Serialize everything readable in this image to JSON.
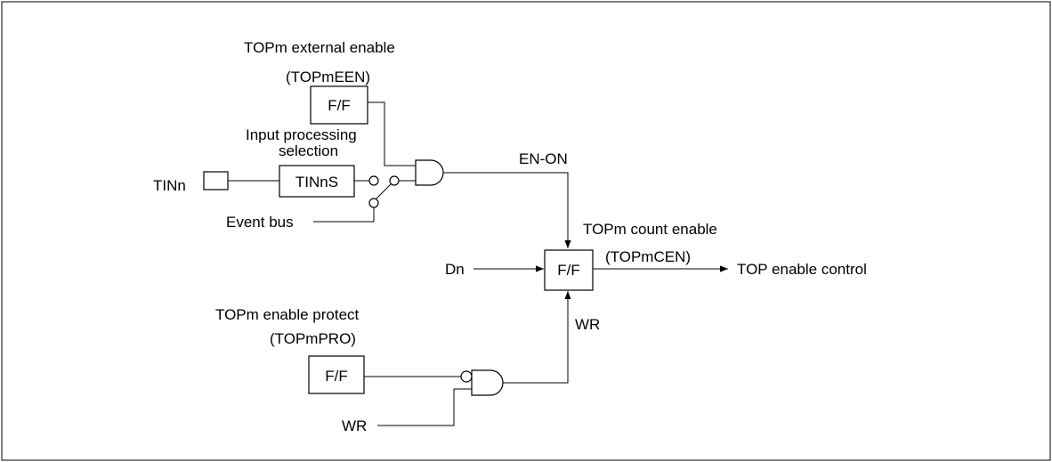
{
  "labels": {
    "topm_ext_enable": "TOPm external enable",
    "topm_een": "(TOPmEEN)",
    "ff_een": "F/F",
    "input_processing": "Input processing",
    "selection": "selection",
    "tinn": "TINn",
    "tinns": "TINnS",
    "event_bus": "Event bus",
    "en_on": "EN-ON",
    "topm_count_enable": "TOPm count enable",
    "topm_cen": "(TOPmCEN)",
    "dn": "Dn",
    "ff_cen": "F/F",
    "top_enable_control": "TOP enable control",
    "wr_out": "WR",
    "topm_enable_protect": "TOPm enable protect",
    "topm_pro": "(TOPmPRO)",
    "ff_pro": "F/F",
    "wr_in": "WR"
  }
}
